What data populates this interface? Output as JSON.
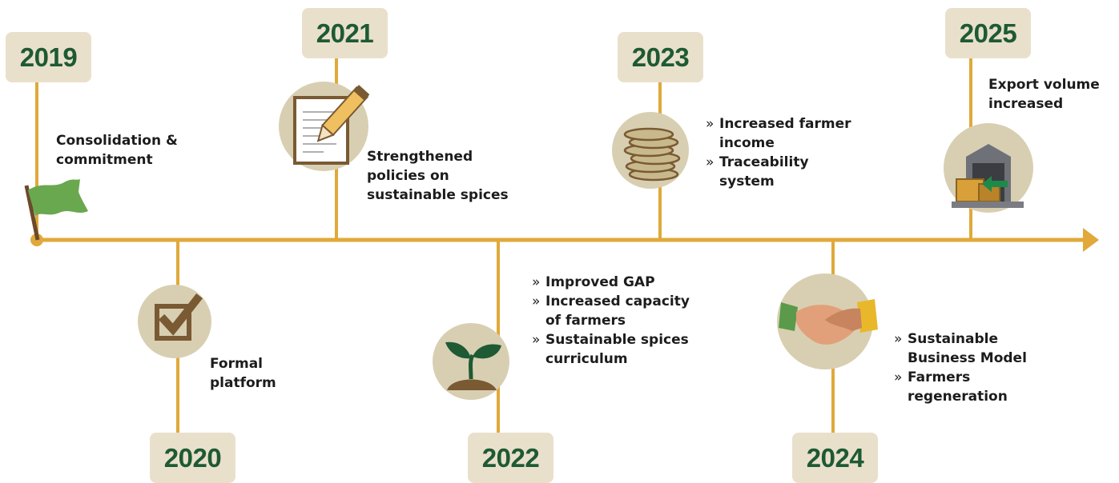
{
  "colors": {
    "line": "#e0a93a",
    "circle": "#d8cfb2",
    "tag": "#e9e0cc",
    "year_text": "#1e5a34",
    "text": "#1c1c1c"
  },
  "milestones": [
    {
      "year": "2019",
      "icon": "green-flag-icon",
      "text": "Consolidation & commitment"
    },
    {
      "year": "2020",
      "icon": "checkbox-check-icon",
      "text": "Formal platform"
    },
    {
      "year": "2021",
      "icon": "document-pencil-icon",
      "text": "Strengthened policies on sustainable spices"
    },
    {
      "year": "2022",
      "icon": "seedling-icon",
      "bullets": [
        "Improved GAP",
        "Increased capacity of farmers",
        "Sustainable spices curriculum"
      ]
    },
    {
      "year": "2023",
      "icon": "coin-stack-icon",
      "bullets": [
        "Increased farmer income",
        "Traceability system"
      ]
    },
    {
      "year": "2024",
      "icon": "handshake-icon",
      "bullets": [
        "Sustainable Business Model",
        "Farmers regeneration"
      ]
    },
    {
      "year": "2025",
      "icon": "warehouse-export-icon",
      "text": "Export volume increased"
    }
  ]
}
